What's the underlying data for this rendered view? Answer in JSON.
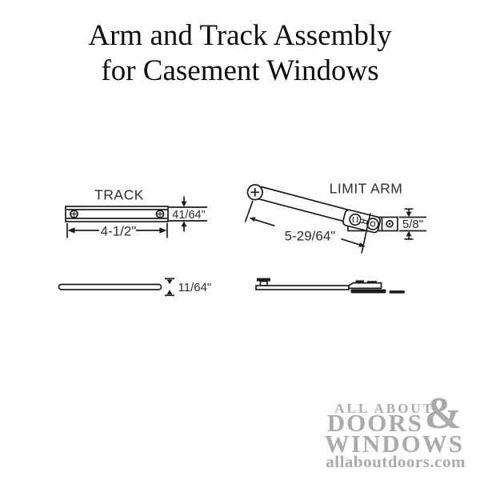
{
  "title": {
    "line1": "Arm and Track Assembly",
    "line2": "for Casement Windows"
  },
  "diagram": {
    "track": {
      "label": "TRACK",
      "length": "4-1/2\"",
      "height": "41/64\"",
      "thickness": "11/64\""
    },
    "limit_arm": {
      "label": "LIMIT ARM",
      "length": "5-29/64\"",
      "height": "5/8\""
    }
  },
  "watermark": {
    "line1": "ALL ABOUT",
    "ampersand": "&",
    "line2": "DOORS",
    "line3": "WINDOWS",
    "url": "allaboutdoors.com"
  },
  "colors": {
    "background": "#ffffff",
    "line": "#1c1c1c",
    "label_text": "#2e2e2e",
    "title_text": "#0c0c0c",
    "watermark": "#ababab"
  }
}
